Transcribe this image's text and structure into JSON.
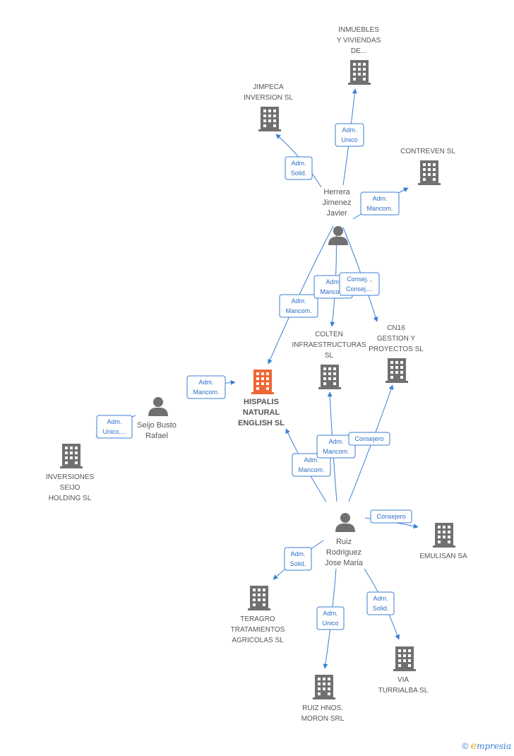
{
  "colors": {
    "edge": "#3a7fd5",
    "node": "#707070",
    "focus": "#ee6633",
    "text": "#555555"
  },
  "nodes": [
    {
      "id": "hispalis",
      "kind": "company-focus",
      "lines": [
        "HISPALIS",
        "NATURAL",
        "ENGLISH  SL"
      ]
    },
    {
      "id": "inmuebles",
      "kind": "company",
      "lines": [
        "INMUEBLES",
        "Y VIVIENDAS",
        "DE..."
      ]
    },
    {
      "id": "jimpeca",
      "kind": "company",
      "lines": [
        "JIMPECA",
        "INVERSION  SL"
      ]
    },
    {
      "id": "contreven",
      "kind": "company",
      "lines": [
        "CONTREVEN  SL"
      ]
    },
    {
      "id": "herrera",
      "kind": "person",
      "lines": [
        "Herrera",
        "Jimenez",
        "Javier"
      ]
    },
    {
      "id": "colten",
      "kind": "company",
      "lines": [
        "COLTEN",
        "INFRAESTRUCTURAS",
        "SL"
      ]
    },
    {
      "id": "cn16",
      "kind": "company",
      "lines": [
        "CN16",
        "GESTION Y",
        "PROYECTOS  SL"
      ]
    },
    {
      "id": "seijo",
      "kind": "person",
      "lines": [
        "Seijo Busto",
        "Rafael"
      ]
    },
    {
      "id": "inversiones",
      "kind": "company",
      "lines": [
        "INVERSIONES",
        "SEIJO",
        "HOLDING  SL"
      ]
    },
    {
      "id": "ruiz",
      "kind": "person",
      "lines": [
        "Ruiz",
        "Rodriguez",
        "Jose Maria"
      ]
    },
    {
      "id": "emulisan",
      "kind": "company",
      "lines": [
        "EMULISAN SA"
      ]
    },
    {
      "id": "teragro",
      "kind": "company",
      "lines": [
        "TERAGRO",
        "TRATAMIENTOS",
        "AGRICOLAS SL"
      ]
    },
    {
      "id": "ruizhnos",
      "kind": "company",
      "lines": [
        "RUIZ HNOS.",
        "MORON SRL"
      ]
    },
    {
      "id": "via",
      "kind": "company",
      "lines": [
        "VIA",
        "TURRIALBA  SL"
      ]
    }
  ],
  "edges": [
    {
      "from": "herrera",
      "to": "inmuebles",
      "badge": [
        "Adm.",
        "Unico"
      ]
    },
    {
      "from": "herrera",
      "to": "jimpeca",
      "badge": [
        "Adm.",
        "Solid."
      ]
    },
    {
      "from": "herrera",
      "to": "contreven",
      "badge": [
        "Adm.",
        "Mancom."
      ]
    },
    {
      "from": "herrera",
      "to": "hispalis",
      "badge": [
        "Adm.",
        "Mancom."
      ]
    },
    {
      "from": "herrera",
      "to": "colten",
      "badge": [
        "Adm.",
        "Mancom."
      ]
    },
    {
      "from": "herrera",
      "to": "cn16",
      "badge": [
        "Consej. ,",
        "Consej...."
      ]
    },
    {
      "from": "seijo",
      "to": "hispalis",
      "badge": [
        "Adm.",
        "Mancom."
      ]
    },
    {
      "from": "seijo",
      "to": "inversiones",
      "badge": [
        "Adm.",
        "Unico,..."
      ]
    },
    {
      "from": "ruiz",
      "to": "hispalis",
      "badge": [
        "Adm.",
        "Mancom."
      ]
    },
    {
      "from": "ruiz",
      "to": "colten",
      "badge": [
        "Adm.",
        "Mancom."
      ]
    },
    {
      "from": "ruiz",
      "to": "cn16",
      "badge": [
        "Consejero"
      ]
    },
    {
      "from": "ruiz",
      "to": "emulisan",
      "badge": [
        "Consejero"
      ]
    },
    {
      "from": "ruiz",
      "to": "teragro",
      "badge": [
        "Adm.",
        "Solid."
      ]
    },
    {
      "from": "ruiz",
      "to": "ruizhnos",
      "badge": [
        "Adm.",
        "Unico"
      ]
    },
    {
      "from": "ruiz",
      "to": "via",
      "badge": [
        "Adm.",
        "Solid."
      ]
    }
  ],
  "footer": {
    "copyright": "©",
    "brand_initial": "e",
    "brand_rest": "mpresia"
  }
}
